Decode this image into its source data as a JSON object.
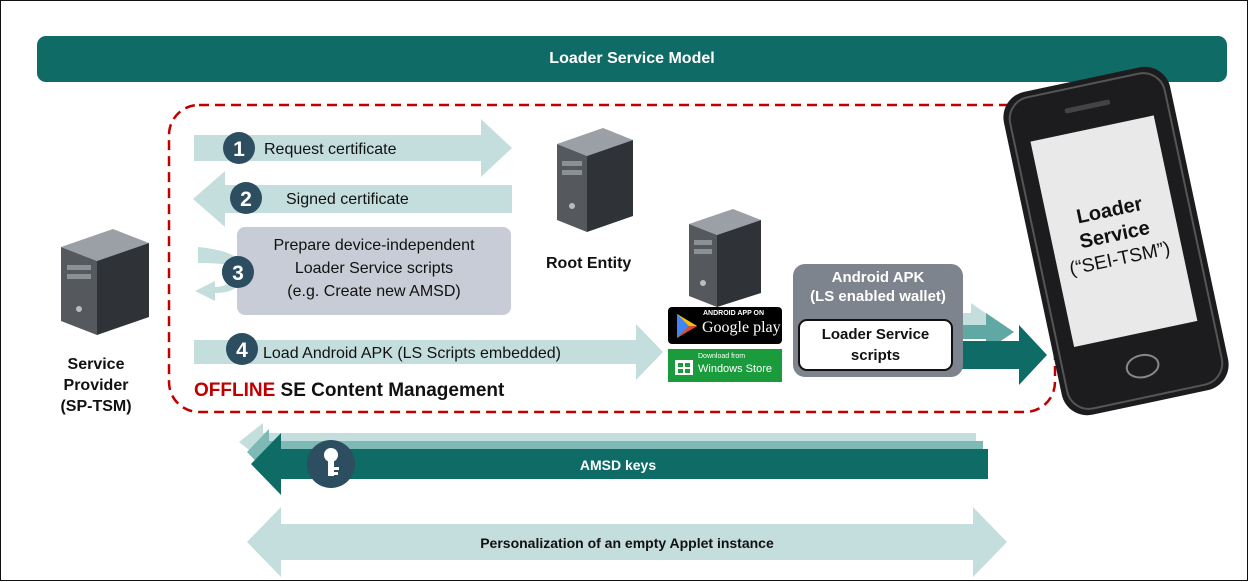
{
  "title": "Loader Service Model",
  "offline_box": {
    "label_highlight": "OFFLINE",
    "label_rest": " SE Content Management"
  },
  "steps": [
    {
      "number": "1",
      "label": "Request certificate"
    },
    {
      "number": "2",
      "label": "Signed certificate"
    },
    {
      "number": "3",
      "line1": "Prepare device-independent",
      "line2": "Loader Service scripts",
      "line3": "(e.g. Create new AMSD)"
    },
    {
      "number": "4",
      "label": "Load Android APK (LS Scripts embedded)"
    }
  ],
  "service_provider": {
    "line1": "Service",
    "line2": "Provider",
    "line3": "(SP-TSM)"
  },
  "root_entity": "Root Entity",
  "apk": {
    "title_line1": "Android APK",
    "title_line2": "(LS enabled wallet)",
    "inner_line1": "Loader Service",
    "inner_line2": "scripts"
  },
  "store_badges": {
    "google_small": "ANDROID APP ON",
    "google_big": "Google play",
    "windows_small": "Download from",
    "windows_big": "Windows Store"
  },
  "phone": {
    "line1": "Loader",
    "line2": "Service",
    "line3": "(“SEI-TSM”)"
  },
  "amsd_keys": "AMSD keys",
  "personalization": "Personalization of an empty Applet instance",
  "colors": {
    "teal_dark": "#0e6b66",
    "teal_light": "#c4dedd",
    "teal_mid": "#5fa8a4",
    "circle": "#2d4d61",
    "offline_red": "#c00000",
    "dashed_border": "#c00000"
  },
  "icons": [
    "server-icon",
    "key-icon",
    "smartphone-icon",
    "google-play-icon",
    "windows-store-icon"
  ]
}
